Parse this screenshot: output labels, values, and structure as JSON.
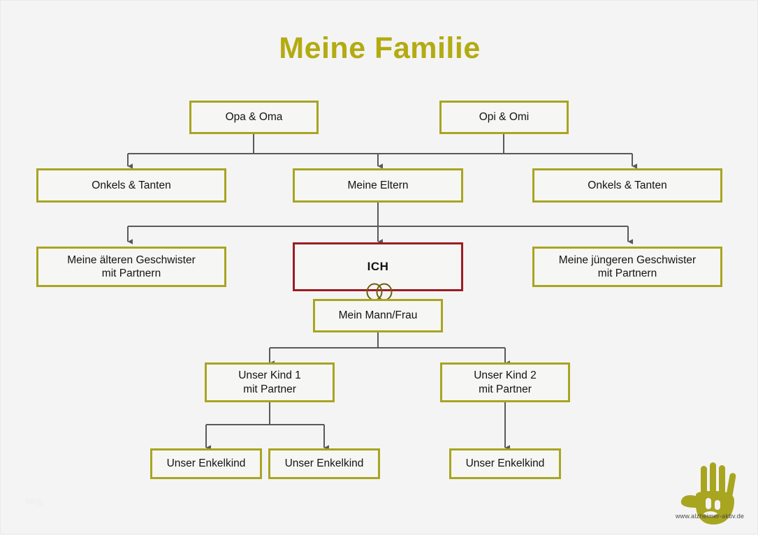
{
  "page": {
    "title": "Meine Familie",
    "background_color": "#f4f4f4",
    "title_color": "#b3ab10",
    "box_border_color": "#a8a521",
    "highlight_border_color": "#9c1c21",
    "connector_color": "#58595b",
    "faint_watermark": "blog"
  },
  "nodes": {
    "grandparents_paternal": "Opa & Oma",
    "grandparents_maternal": "Opi & Omi",
    "uncles_aunts_left": "Onkels & Tanten",
    "parents": "Meine Eltern",
    "uncles_aunts_right": "Onkels & Tanten",
    "older_siblings_line1": "Meine älteren Geschwister",
    "older_siblings_line2": "mit Partnern",
    "me": "ICH",
    "younger_siblings_line1": "Meine jüngeren Geschwister",
    "younger_siblings_line2": "mit Partnern",
    "spouse": "Mein Mann/Frau",
    "child1_line1": "Unser Kind 1",
    "child1_line2": "mit Partner",
    "child2_line1": "Unser Kind 2",
    "child2_line2": "mit Partner",
    "grandchild1": "Unser Enkelkind",
    "grandchild2": "Unser Enkelkind",
    "grandchild3": "Unser Enkelkind"
  },
  "branding": {
    "logo_name": "handprint-logo",
    "website": "www.alzheimer-aktiv.de",
    "logo_color": "#a8a521"
  }
}
